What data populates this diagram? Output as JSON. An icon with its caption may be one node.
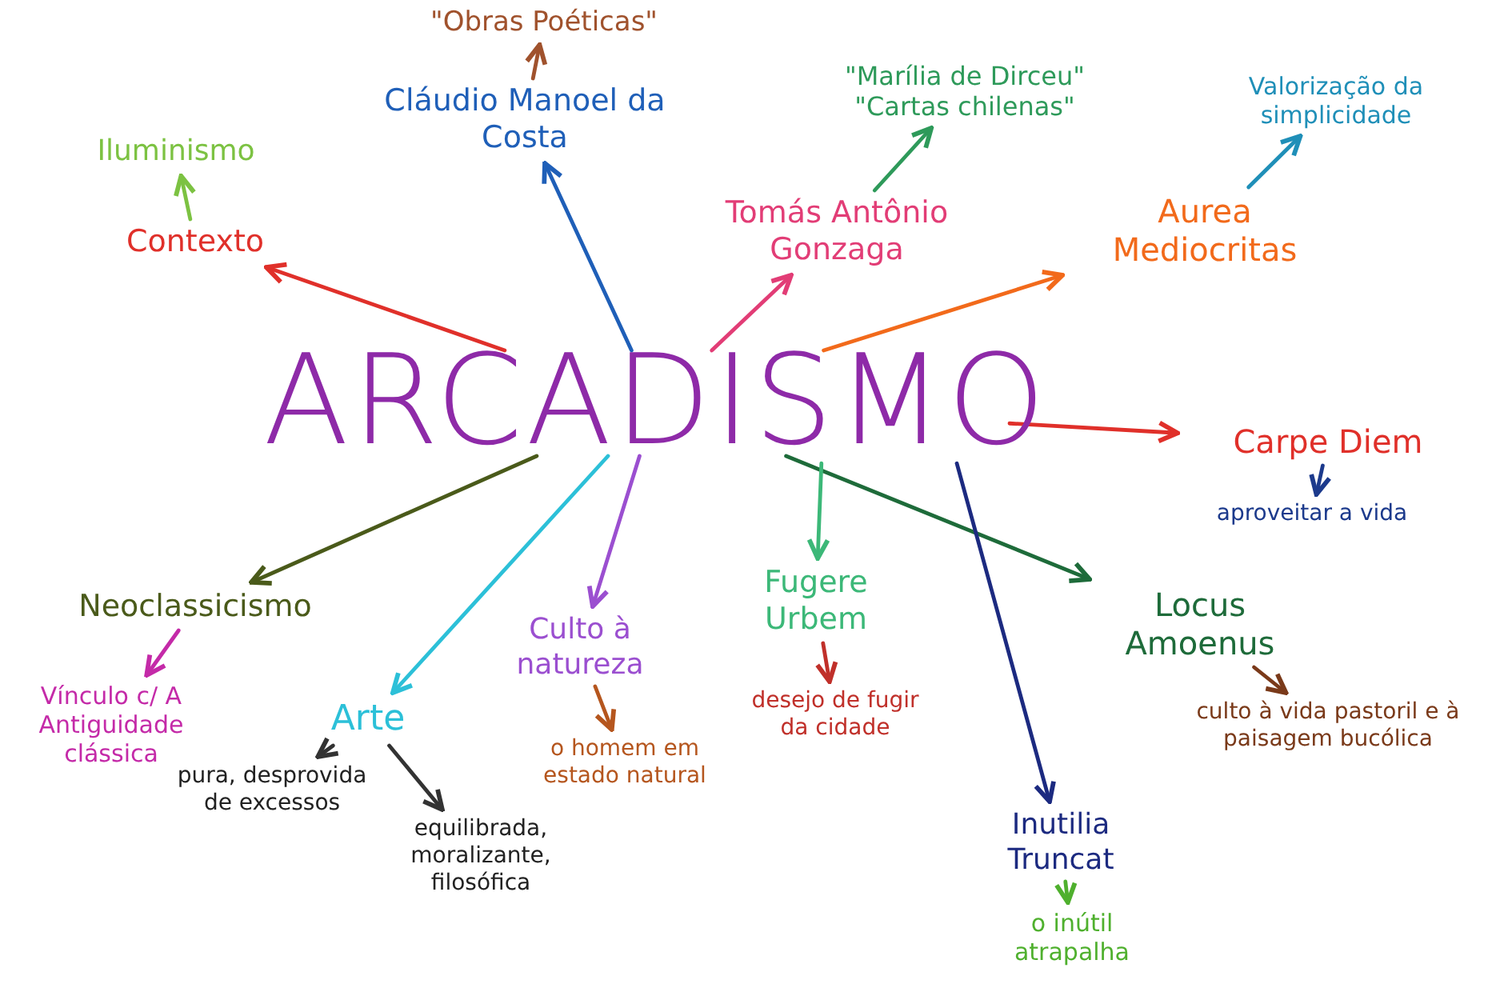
{
  "diagram": {
    "nodes": [
      {
        "text": [
          "ARCADISMO"
        ]
      },
      {
        "text": [
          "Contexto"
        ]
      },
      {
        "text": [
          "Iluminismo"
        ]
      },
      {
        "text": [
          "Cláudio Manoel da Costa"
        ]
      },
      {
        "text": [
          "\"Obras Poéticas\""
        ]
      },
      {
        "text": [
          "Tomás Antônio Gonzaga"
        ]
      },
      {
        "text": [
          "\"Marília de Dirceu\"",
          "\"Cartas chilenas\""
        ]
      },
      {
        "text": [
          "Aurea Mediocritas"
        ]
      },
      {
        "text": [
          "Valorização da simplicidade"
        ]
      },
      {
        "text": [
          "Carpe Diem"
        ]
      },
      {
        "text": [
          "aproveitar a vida"
        ]
      },
      {
        "text": [
          "Locus Amoenus"
        ]
      },
      {
        "text": [
          "culto à vida pastoril e à paisagem bucólica"
        ]
      },
      {
        "text": [
          "Inutilia Truncat"
        ]
      },
      {
        "text": [
          "o inútil atrapalha"
        ]
      },
      {
        "text": [
          "Fugere Urbem"
        ]
      },
      {
        "text": [
          "desejo de fugir da cidade"
        ]
      },
      {
        "text": [
          "Culto à natureza"
        ]
      },
      {
        "text": [
          "o homem em estado natural"
        ]
      },
      {
        "text": [
          "Arte"
        ]
      },
      {
        "text": [
          "pura, desprovida de excessos"
        ]
      },
      {
        "text": [
          "equilibrada, moralizante, filosófica"
        ]
      },
      {
        "text": [
          "Neoclassicismo"
        ]
      },
      {
        "text": [
          "Vínculo c/ A Antiguidade clássica"
        ]
      }
    ],
    "edges": [
      {
        "from": 0,
        "to": 1,
        "arrow": "to",
        "color": "#e0302a"
      },
      {
        "from": 1,
        "to": 2,
        "arrow": "to",
        "color": "#7cc242"
      },
      {
        "from": 0,
        "to": 3,
        "arrow": "to",
        "color": "#1f5fb8"
      },
      {
        "from": 3,
        "to": 4,
        "arrow": "to",
        "color": "#a0522d"
      },
      {
        "from": 0,
        "to": 5,
        "arrow": "to",
        "color": "#e23d76"
      },
      {
        "from": 5,
        "to": 6,
        "arrow": "to",
        "color": "#2e9a5a"
      },
      {
        "from": 0,
        "to": 7,
        "arrow": "to",
        "color": "#f26a1b"
      },
      {
        "from": 7,
        "to": 8,
        "arrow": "to",
        "color": "#1f8fb8"
      },
      {
        "from": 0,
        "to": 9,
        "arrow": "to",
        "color": "#e0302a"
      },
      {
        "from": 9,
        "to": 10,
        "arrow": "to",
        "color": "#1c3a8c"
      },
      {
        "from": 0,
        "to": 11,
        "arrow": "to",
        "color": "#1e6b3a"
      },
      {
        "from": 11,
        "to": 12,
        "arrow": "to",
        "color": "#7a3a1a"
      },
      {
        "from": 0,
        "to": 13,
        "arrow": "to",
        "color": "#1c2a80"
      },
      {
        "from": 13,
        "to": 14,
        "arrow": "to",
        "color": "#4fb02e"
      },
      {
        "from": 0,
        "to": 15,
        "arrow": "to",
        "color": "#3cb878"
      },
      {
        "from": 15,
        "to": 16,
        "arrow": "to",
        "color": "#c0302a"
      },
      {
        "from": 0,
        "to": 17,
        "arrow": "to",
        "color": "#9b4fd0"
      },
      {
        "from": 17,
        "to": 18,
        "arrow": "to",
        "color": "#b5561e"
      },
      {
        "from": 0,
        "to": 19,
        "arrow": "to",
        "color": "#2cc0d8"
      },
      {
        "from": 19,
        "to": 20,
        "arrow": "to",
        "color": "#333333"
      },
      {
        "from": 19,
        "to": 21,
        "arrow": "to",
        "color": "#333333"
      },
      {
        "from": 0,
        "to": 22,
        "arrow": "to",
        "color": "#4a5a1a"
      },
      {
        "from": 22,
        "to": 23,
        "arrow": "to",
        "color": "#c42aa8"
      }
    ]
  }
}
